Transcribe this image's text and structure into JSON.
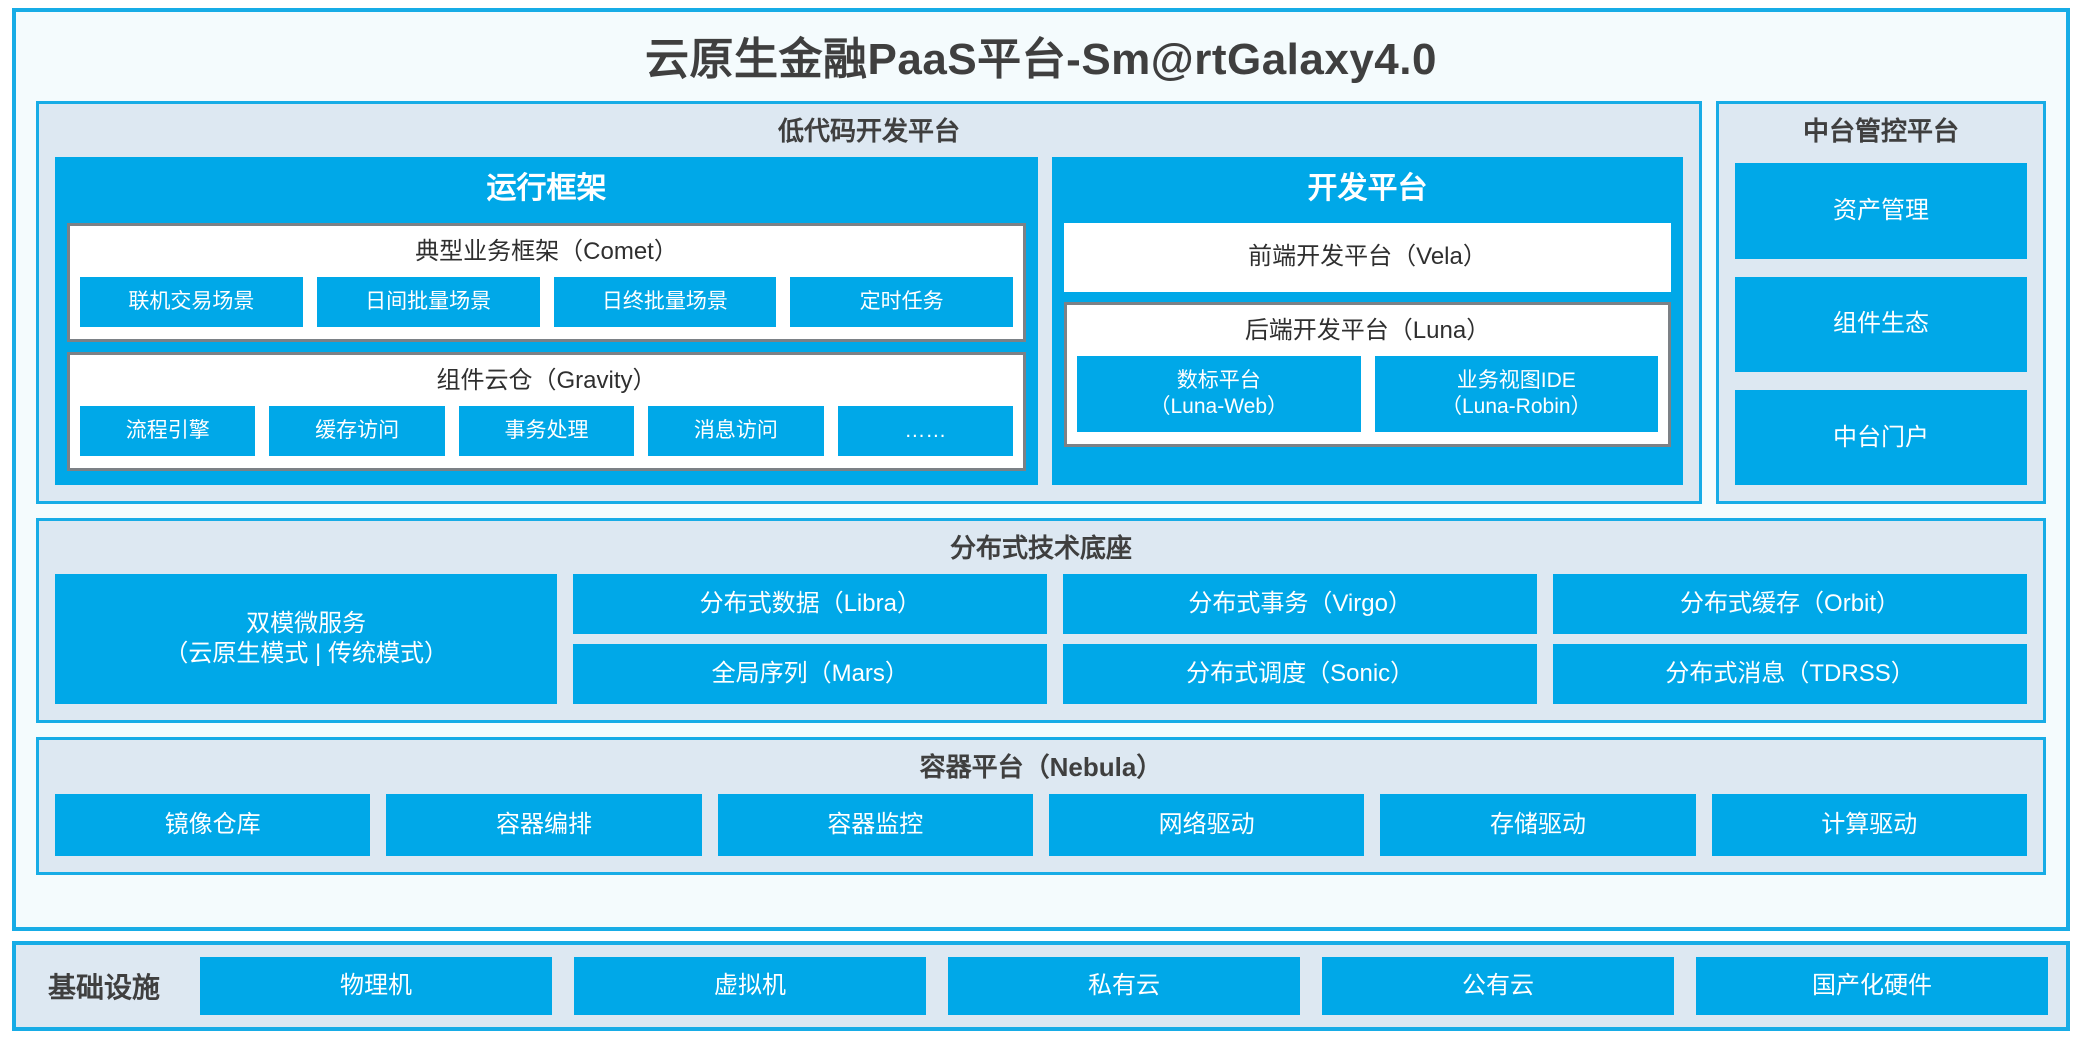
{
  "title": "云原生金融PaaS平台-Sm@rtGalaxy4.0",
  "lowcode": {
    "title": "低代码开发平台",
    "runtime": {
      "title": "运行框架",
      "comet": {
        "title": "典型业务框架（Comet）",
        "items": [
          "联机交易场景",
          "日间批量场景",
          "日终批量场景",
          "定时任务"
        ]
      },
      "gravity": {
        "title": "组件云仓（Gravity）",
        "items": [
          "流程引擎",
          "缓存访问",
          "事务处理",
          "消息访问",
          "……"
        ]
      }
    },
    "devplatform": {
      "title": "开发平台",
      "frontend": "前端开发平台（Vela）",
      "backend": {
        "title": "后端开发平台（Luna）",
        "items": [
          "数标平台\n（Luna-Web）",
          "业务视图IDE\n（Luna-Robin）"
        ]
      }
    }
  },
  "midctrl": {
    "title": "中台管控平台",
    "items": [
      "资产管理",
      "组件生态",
      "中台门户"
    ]
  },
  "distributed": {
    "title": "分布式技术底座",
    "wide": "双模微服务\n（云原生模式 | 传统模式）",
    "col1": [
      "分布式数据（Libra）",
      "全局序列（Mars）"
    ],
    "col2": [
      "分布式事务（Virgo）",
      "分布式调度（Sonic）"
    ],
    "col3": [
      "分布式缓存（Orbit）",
      "分布式消息（TDRSS）"
    ]
  },
  "container": {
    "title": "容器平台（Nebula）",
    "items": [
      "镜像仓库",
      "容器编排",
      "容器监控",
      "网络驱动",
      "存储驱动",
      "计算驱动"
    ]
  },
  "infra": {
    "label": "基础设施",
    "items": [
      "物理机",
      "虚拟机",
      "私有云",
      "公有云",
      "国产化硬件"
    ]
  },
  "colors": {
    "accent": "#00a8e8",
    "border": "#17ace6",
    "panel_bg": "#dde8f2",
    "card_bg": "#f4fbfd",
    "inner_border": "#7c8186"
  }
}
